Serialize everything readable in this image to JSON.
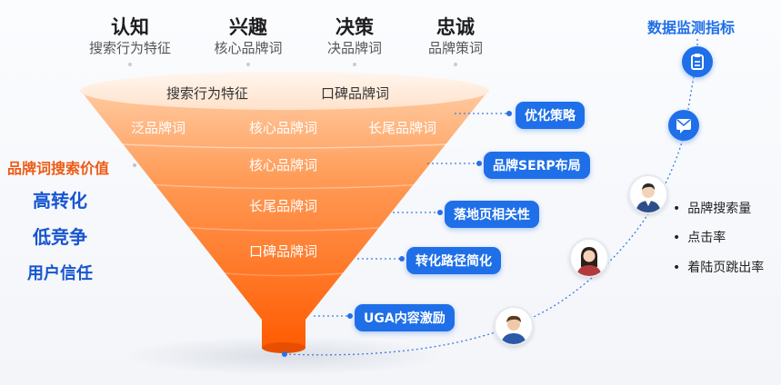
{
  "stages": [
    {
      "title": "认知",
      "sub": "搜索行为特征"
    },
    {
      "title": "兴趣",
      "sub": "核心品牌词"
    },
    {
      "title": "决策",
      "sub": "决品牌词"
    },
    {
      "title": "忠诚",
      "sub": "品牌策词"
    }
  ],
  "funnel": {
    "top": [
      "搜索行为特征",
      "口碑品牌词"
    ],
    "layer2": [
      "泛品牌词",
      "核心品牌词",
      "长尾品牌词"
    ],
    "layer3": "核心品牌词",
    "layer4": "长尾品牌词",
    "layer5": "口碑品牌词"
  },
  "strategies": [
    "优化策略",
    "品牌SERP布局",
    "落地页相关性",
    "转化路径简化",
    "UGA内容激励"
  ],
  "left": {
    "title": "品牌词搜索价值",
    "items": [
      "高转化",
      "低竞争",
      "用户信任"
    ]
  },
  "metrics": {
    "title": "数据监测指标",
    "items": [
      "品牌搜索量",
      "点击率",
      "着陆页跳出率"
    ]
  },
  "colors": {
    "accent": "#1f6fe8",
    "funnel_top": "#ffe3cf",
    "funnel_bottom": "#ff5a00",
    "value_title": "#ee5a16",
    "value_items": "#1655d0"
  },
  "icons": [
    "clipboard-icon",
    "chat-icon",
    "avatar-man-icon",
    "avatar-woman-icon",
    "avatar-young-man-icon"
  ]
}
